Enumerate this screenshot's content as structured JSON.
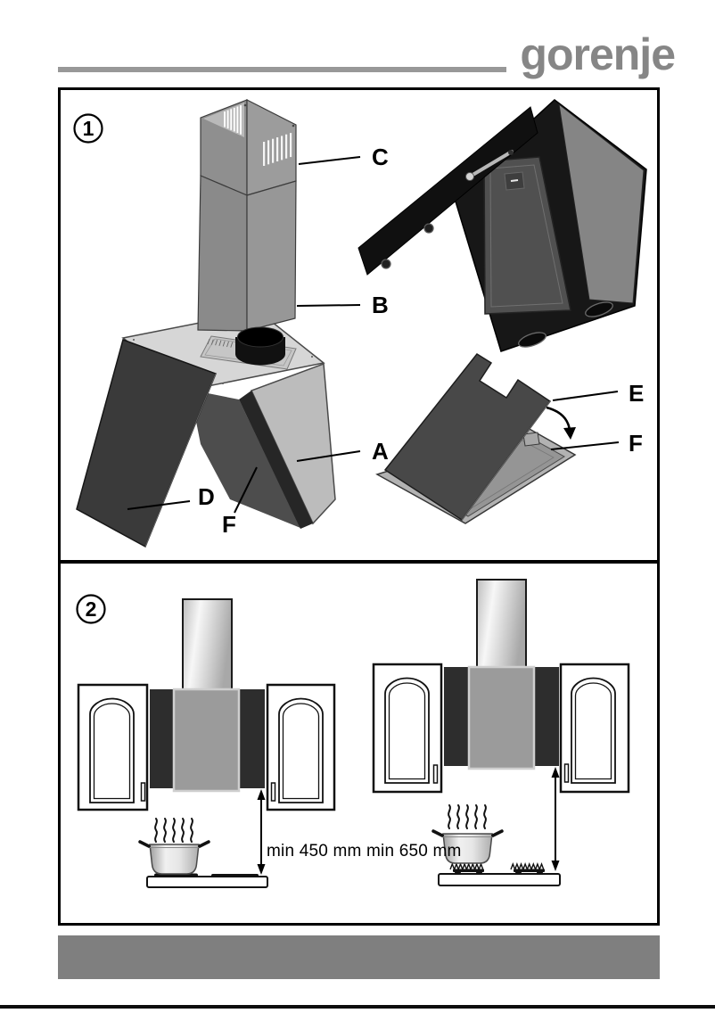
{
  "header": {
    "brand_logo": "gorenje"
  },
  "figure1": {
    "badge": "1",
    "labels": {
      "chimney_upper": "C",
      "chimney_lower": "B",
      "hood_body": "A",
      "front_panel": "D",
      "filter_under": "F",
      "filter_cover": "E",
      "filter": "F"
    }
  },
  "figure2": {
    "badge": "2",
    "clearance_label": "min 450 mm min 650 mm"
  },
  "colors": {
    "brand_gray": "#868686",
    "rule_gray": "#989898",
    "footer_bar_gray": "#7f7f7f",
    "panel_dark": "#2d2d2d",
    "hood_gray": "#9b9b9b"
  }
}
